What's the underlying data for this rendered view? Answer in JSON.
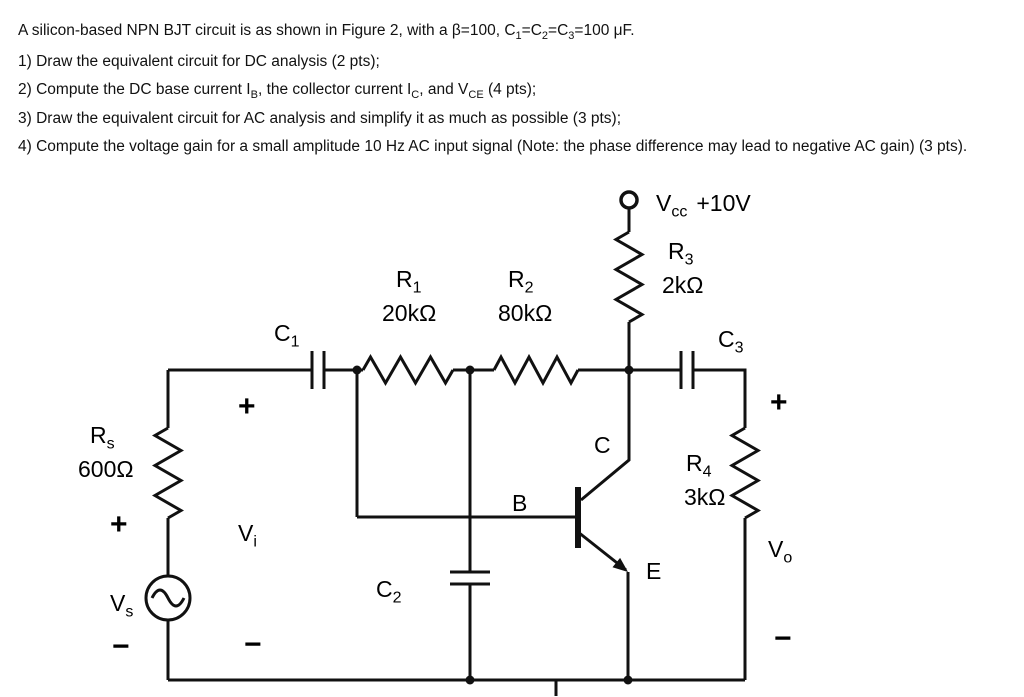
{
  "problem": {
    "intro": [
      {
        "t": "A silicon-based NPN BJT circuit is as shown in Figure 2, with a β=100, C"
      },
      {
        "s": "1"
      },
      {
        "t": "=C"
      },
      {
        "s": "2"
      },
      {
        "t": "=C"
      },
      {
        "s": "3"
      },
      {
        "t": "=100 μF."
      }
    ],
    "q1": [
      {
        "t": "1) Draw the equivalent circuit for DC analysis (2 pts);"
      }
    ],
    "q2": [
      {
        "t": "2) Compute the DC base current I"
      },
      {
        "s": "B"
      },
      {
        "t": ", the collector current I"
      },
      {
        "s": "C"
      },
      {
        "t": ", and V"
      },
      {
        "s": "CE"
      },
      {
        "t": " (4 pts);"
      }
    ],
    "q3": [
      {
        "t": "3) Draw the equivalent circuit for AC analysis and simplify it as much as possible (3 pts);"
      }
    ],
    "q4": [
      {
        "t": "4) Compute the voltage gain for a small amplitude 10 Hz AC input signal (Note: the phase difference may lead to negative AC gain) (3 pts)."
      }
    ]
  },
  "circuit": {
    "vcc": {
      "name": "V",
      "sub": "cc",
      "value": "+10V"
    },
    "r1": {
      "name": "R",
      "sub": "1",
      "value": "20kΩ"
    },
    "r2": {
      "name": "R",
      "sub": "2",
      "value": "80kΩ"
    },
    "r3": {
      "name": "R",
      "sub": "3",
      "value": "2kΩ"
    },
    "r4": {
      "name": "R",
      "sub": "4",
      "value": "3kΩ"
    },
    "rs": {
      "name": "R",
      "sub": "s",
      "value": "600Ω"
    },
    "c1": {
      "name": "C",
      "sub": "1"
    },
    "c2": {
      "name": "C",
      "sub": "2"
    },
    "c3": {
      "name": "C",
      "sub": "3"
    },
    "vs": {
      "name": "V",
      "sub": "s"
    },
    "vi": {
      "name": "V",
      "sub": "i"
    },
    "vo": {
      "name": "V",
      "sub": "o"
    },
    "bjt": {
      "collector": "C",
      "base": "B",
      "emitter": "E"
    },
    "plus": "+",
    "minus": "−"
  }
}
